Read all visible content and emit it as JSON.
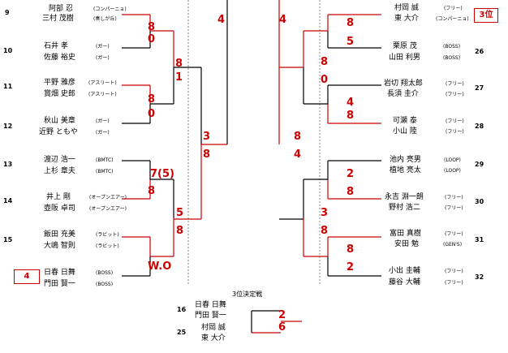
{
  "left_pairs": [
    {
      "id": "9",
      "members": [
        {
          "name": "阿部 忍",
          "aff": "(コンパーニョ)"
        },
        {
          "name": "三村 茂樹",
          "aff": "(奏しが丘)"
        }
      ]
    },
    {
      "id": "10",
      "members": [
        {
          "name": "石井 孝",
          "aff": "(ガー)"
        },
        {
          "name": "佐藤 裕史",
          "aff": "(ガー)"
        }
      ]
    },
    {
      "id": "11",
      "members": [
        {
          "name": "平野 雅彦",
          "aff": "(アスリート)"
        },
        {
          "name": "賞畑 史郎",
          "aff": "(アスリート)"
        }
      ]
    },
    {
      "id": "12",
      "members": [
        {
          "name": "秋山 美章",
          "aff": "(ガー)"
        },
        {
          "name": "近野 ともや",
          "aff": "(ガー)"
        }
      ]
    },
    {
      "id": "13",
      "members": [
        {
          "name": "渡辺 浩一",
          "aff": "(BMTC)"
        },
        {
          "name": "上杉 章夫",
          "aff": "(BMTC)"
        }
      ]
    },
    {
      "id": "14",
      "members": [
        {
          "name": "井上 剛",
          "aff": "(オープンエアー)"
        },
        {
          "name": "壺阪 卓司",
          "aff": "(オープンエアー)"
        }
      ]
    },
    {
      "id": "15",
      "members": [
        {
          "name": "飯田 充美",
          "aff": "(ラビット)"
        },
        {
          "name": "大嶋 智則",
          "aff": "(ラビット)"
        }
      ]
    },
    {
      "id": "",
      "members": [
        {
          "name": "日春 日舞",
          "aff": "(BOSS)"
        },
        {
          "name": "門田 賢一",
          "aff": "(BOSS)"
        }
      ]
    }
  ],
  "right_pairs": [
    {
      "id": "",
      "members": [
        {
          "name": "村岡 誠",
          "aff": "(フリー)"
        },
        {
          "name": "東 大介",
          "aff": "(コンパーニョ)"
        }
      ]
    },
    {
      "id": "26",
      "members": [
        {
          "name": "栗原 茂",
          "aff": "(BOSS)"
        },
        {
          "name": "山田 利男",
          "aff": "(BOSS)"
        }
      ]
    },
    {
      "id": "27",
      "members": [
        {
          "name": "岩切 翔太郎",
          "aff": "(フリー)"
        },
        {
          "name": "長須 圭介",
          "aff": "(フリー)"
        }
      ]
    },
    {
      "id": "28",
      "members": [
        {
          "name": "可瀬 泰",
          "aff": "(フリー)"
        },
        {
          "name": "小山 陸",
          "aff": "(フリー)"
        }
      ]
    },
    {
      "id": "29",
      "members": [
        {
          "name": "池内 亮男",
          "aff": "(LOOP)"
        },
        {
          "name": "植地 亮太",
          "aff": "(LOOP)"
        }
      ]
    },
    {
      "id": "30",
      "members": [
        {
          "name": "永吉 淵一朗",
          "aff": "(フリー)"
        },
        {
          "name": "野村 浩二",
          "aff": "(フリー)"
        }
      ]
    },
    {
      "id": "31",
      "members": [
        {
          "name": "富田 真樹",
          "aff": "(フリー)"
        },
        {
          "name": "安田 勉",
          "aff": "(GEN'S)"
        }
      ]
    },
    {
      "id": "32",
      "members": [
        {
          "name": "小出 圭輔",
          "aff": "(フリー)"
        },
        {
          "name": "藤谷 大輔",
          "aff": "(フリー)"
        }
      ]
    }
  ],
  "scores": {
    "left_r1": [
      "8",
      "0",
      "8",
      "0",
      "7(5)",
      "8",
      "W.O"
    ],
    "left_r2": [
      "8",
      "1",
      "5",
      "8"
    ],
    "left_r3": [
      "3",
      "8"
    ],
    "left_top": "4",
    "right_r1": [
      "8",
      "5",
      "4",
      "8",
      "2",
      "8",
      "8",
      "2"
    ],
    "right_r2": [
      "8",
      "0",
      "3",
      "8"
    ],
    "right_r3": [
      "8",
      "4"
    ],
    "right_top": "4"
  },
  "badges": {
    "left": "4",
    "right": "3位"
  },
  "third_place": {
    "title": "3位決定戦",
    "pairs": [
      {
        "id": "16",
        "members": [
          "日春 日舞",
          "門田 賢一"
        ],
        "score": "2"
      },
      {
        "id": "25",
        "members": [
          "村岡 誠",
          "東 大介"
        ],
        "score": "6"
      }
    ]
  }
}
